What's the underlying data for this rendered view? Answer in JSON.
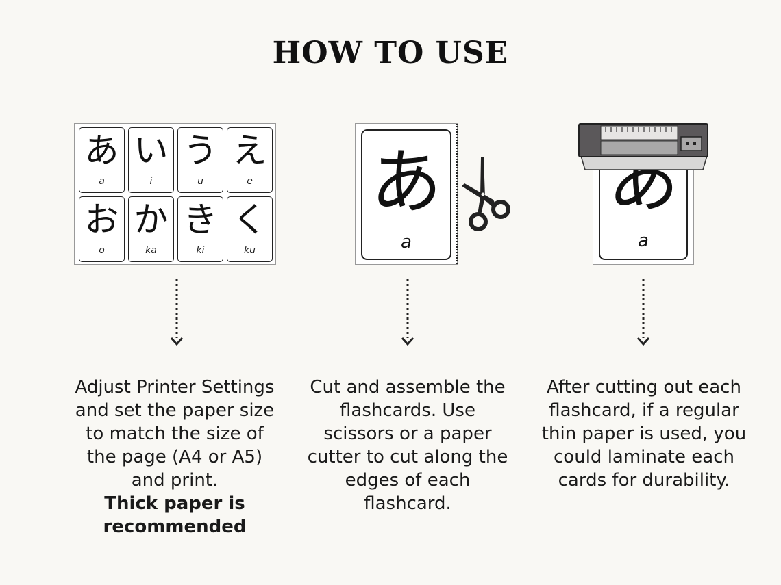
{
  "title": "HOW TO USE",
  "step1": {
    "cards": [
      {
        "kana": "あ",
        "romaji": "a"
      },
      {
        "kana": "い",
        "romaji": "i"
      },
      {
        "kana": "う",
        "romaji": "u"
      },
      {
        "kana": "え",
        "romaji": "e"
      },
      {
        "kana": "お",
        "romaji": "o"
      },
      {
        "kana": "か",
        "romaji": "ka"
      },
      {
        "kana": "き",
        "romaji": "ki"
      },
      {
        "kana": "く",
        "romaji": "ku"
      }
    ],
    "text": "Adjust Printer Settings and set the paper size to match the size of the page (A4 or A5) and print.",
    "bold": "Thick paper is recommended"
  },
  "step2": {
    "card": {
      "kana": "あ",
      "romaji": "a"
    },
    "text": "Cut and assemble the flashcards. Use scissors or a paper cutter to cut along the edges of each flashcard."
  },
  "step3": {
    "card": {
      "kana": "あ",
      "romaji": "a"
    },
    "text": "After cutting out each flashcard, if a regular thin paper is used, you could laminate each cards for durability."
  },
  "colors": {
    "background": "#f9f8f4",
    "laminator_body": "#5b585a",
    "laminator_panel": "#a9a8a8"
  },
  "icons": [
    "scissors-icon",
    "laminator-icon",
    "dotted-arrow-down-icon"
  ]
}
